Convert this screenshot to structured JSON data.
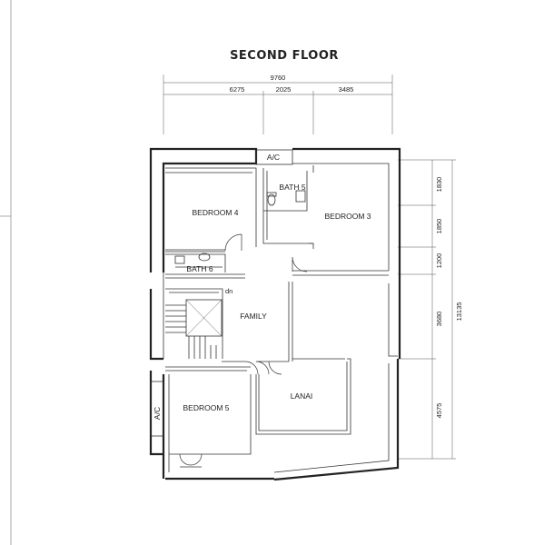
{
  "plan": {
    "title": "SECOND FLOOR",
    "dimensions_top": {
      "overall": "9760",
      "segments": [
        "6275",
        "2025",
        "3485"
      ]
    },
    "dimensions_right": {
      "overall": "13135",
      "segments": [
        "1830",
        "1850",
        "1200",
        "3680",
        "4575"
      ]
    },
    "rooms": {
      "ac_top": "A/C",
      "bedroom_4": "BEDROOM 4",
      "bath_5": "BATH 5",
      "bedroom_3": "BEDROOM 3",
      "bath_6": "BATH 6",
      "family": "FAMILY",
      "lanai": "LANAI",
      "bedroom_5": "BEDROOM 5",
      "ac_left": "A/C"
    },
    "small_labels": {
      "dn": "dn"
    }
  }
}
